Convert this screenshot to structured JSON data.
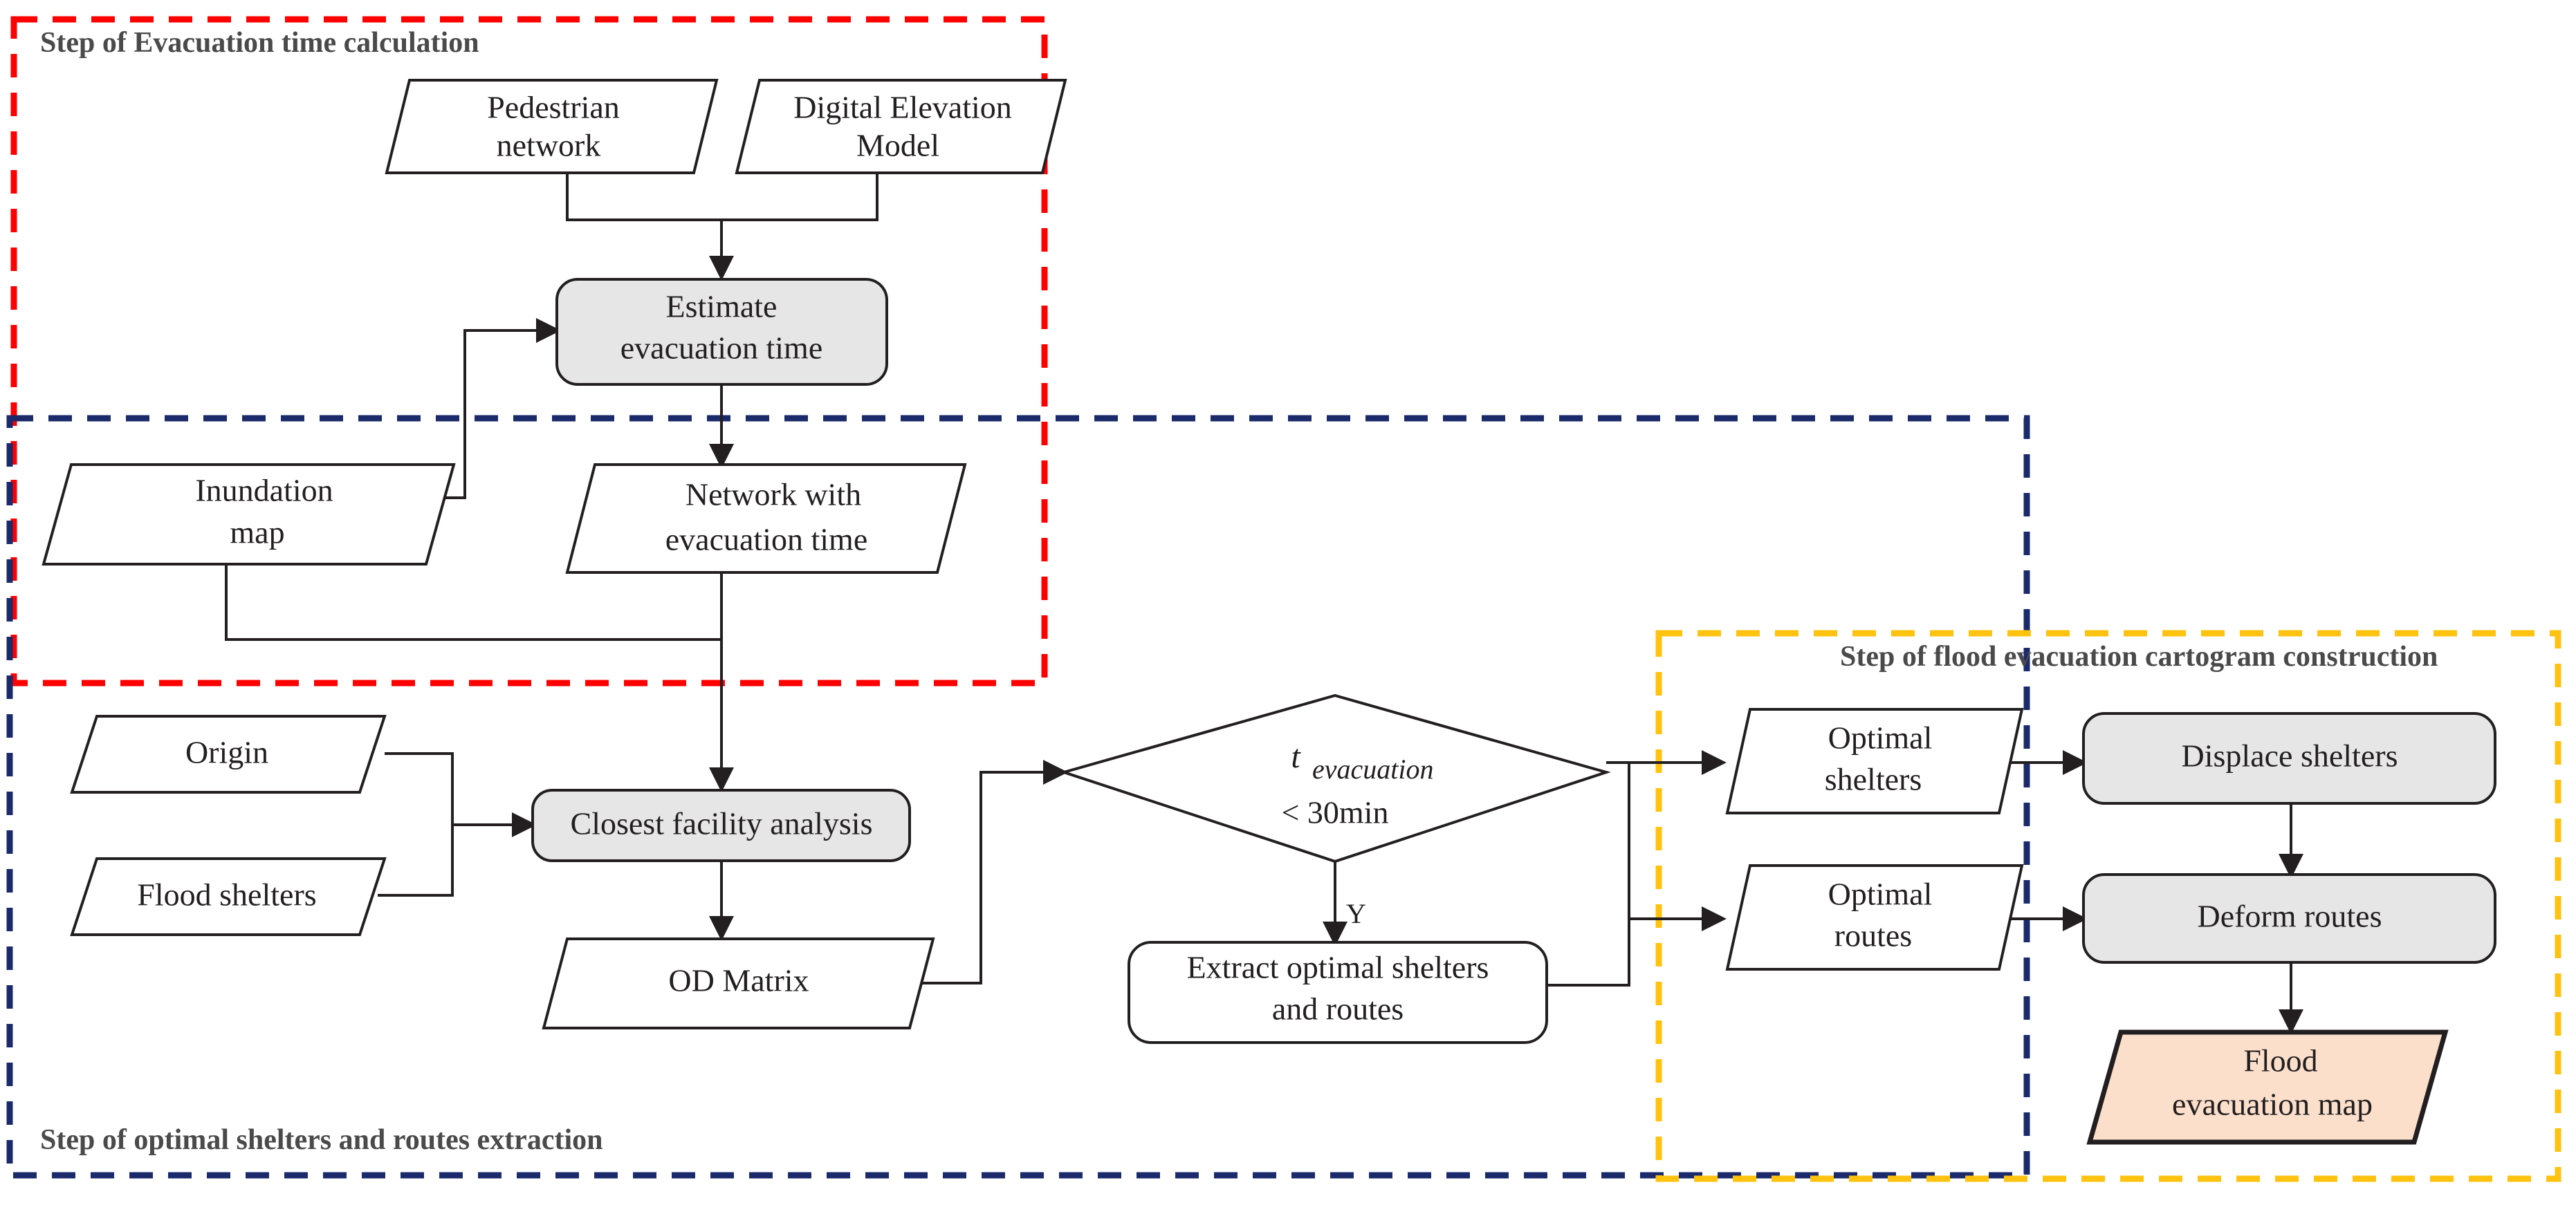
{
  "diagram": {
    "title": "Flood evacuation cartogram workflow",
    "colors": {
      "step1_border": "#ff0000",
      "step2_border": "#1b2a6b",
      "step3_border": "#ffc20e",
      "process_fill": "#e6e6e6",
      "data_fill": "#ffffff",
      "output_fill": "#fbdfcb",
      "stroke": "#231f20"
    }
  },
  "groups": [
    {
      "id": "step-evacuation-time",
      "label": "Step of Evacuation time calculation",
      "border_color": "#ff0000"
    },
    {
      "id": "step-optimal-shelters",
      "label": "Step of optimal shelters and routes extraction",
      "border_color": "#1b2a6b"
    },
    {
      "id": "step-cartogram",
      "label": "Step of flood evacuation cartogram construction",
      "border_color": "#ffc20e"
    }
  ],
  "nodes": {
    "pedestrian_network": {
      "label_line1": "Pedestrian",
      "label_line2": "network",
      "shape": "parallelogram-data"
    },
    "digital_elevation_model": {
      "label_line1": "Digital Elevation",
      "label_line2": "Model",
      "shape": "parallelogram-data"
    },
    "estimate_evacuation_time": {
      "label_line1": "Estimate",
      "label_line2": "evacuation time",
      "shape": "rounded-process"
    },
    "inundation_map": {
      "label_line1": "Inundation",
      "label_line2": "map",
      "shape": "parallelogram-data"
    },
    "network_with_evacuation_time": {
      "label_line1": "Network with",
      "label_line2": "evacuation time",
      "shape": "parallelogram-data"
    },
    "origin": {
      "label_line1": "Origin",
      "label_line2": "",
      "shape": "parallelogram-data"
    },
    "flood_shelters": {
      "label_line1": "Flood shelters",
      "label_line2": "",
      "shape": "parallelogram-data"
    },
    "closest_facility_analysis": {
      "label_line1": "Closest facility analysis",
      "label_line2": "",
      "shape": "rounded-process"
    },
    "od_matrix": {
      "label_line1": "OD Matrix",
      "label_line2": "",
      "shape": "parallelogram-data"
    },
    "decision": {
      "math_var": "t",
      "math_sub": "evacuation",
      "label_line2": "< 30min",
      "shape": "diamond-decision"
    },
    "extract_optimal": {
      "label_line1": "Extract optimal shelters",
      "label_line2": "and routes",
      "shape": "rounded-process"
    },
    "optimal_shelters": {
      "label_line1": "Optimal",
      "label_line2": "shelters",
      "shape": "parallelogram-data"
    },
    "optimal_routes": {
      "label_line1": "Optimal",
      "label_line2": "routes",
      "shape": "parallelogram-data"
    },
    "displace_shelters": {
      "label_line1": "Displace shelters",
      "label_line2": "",
      "shape": "rounded-process"
    },
    "deform_routes": {
      "label_line1": "Deform routes",
      "label_line2": "",
      "shape": "rounded-process"
    },
    "flood_evacuation_map": {
      "label_line1": "Flood",
      "label_line2": "evacuation map",
      "shape": "parallelogram-output"
    }
  },
  "edge_labels": {
    "decision_yes": "Y"
  }
}
